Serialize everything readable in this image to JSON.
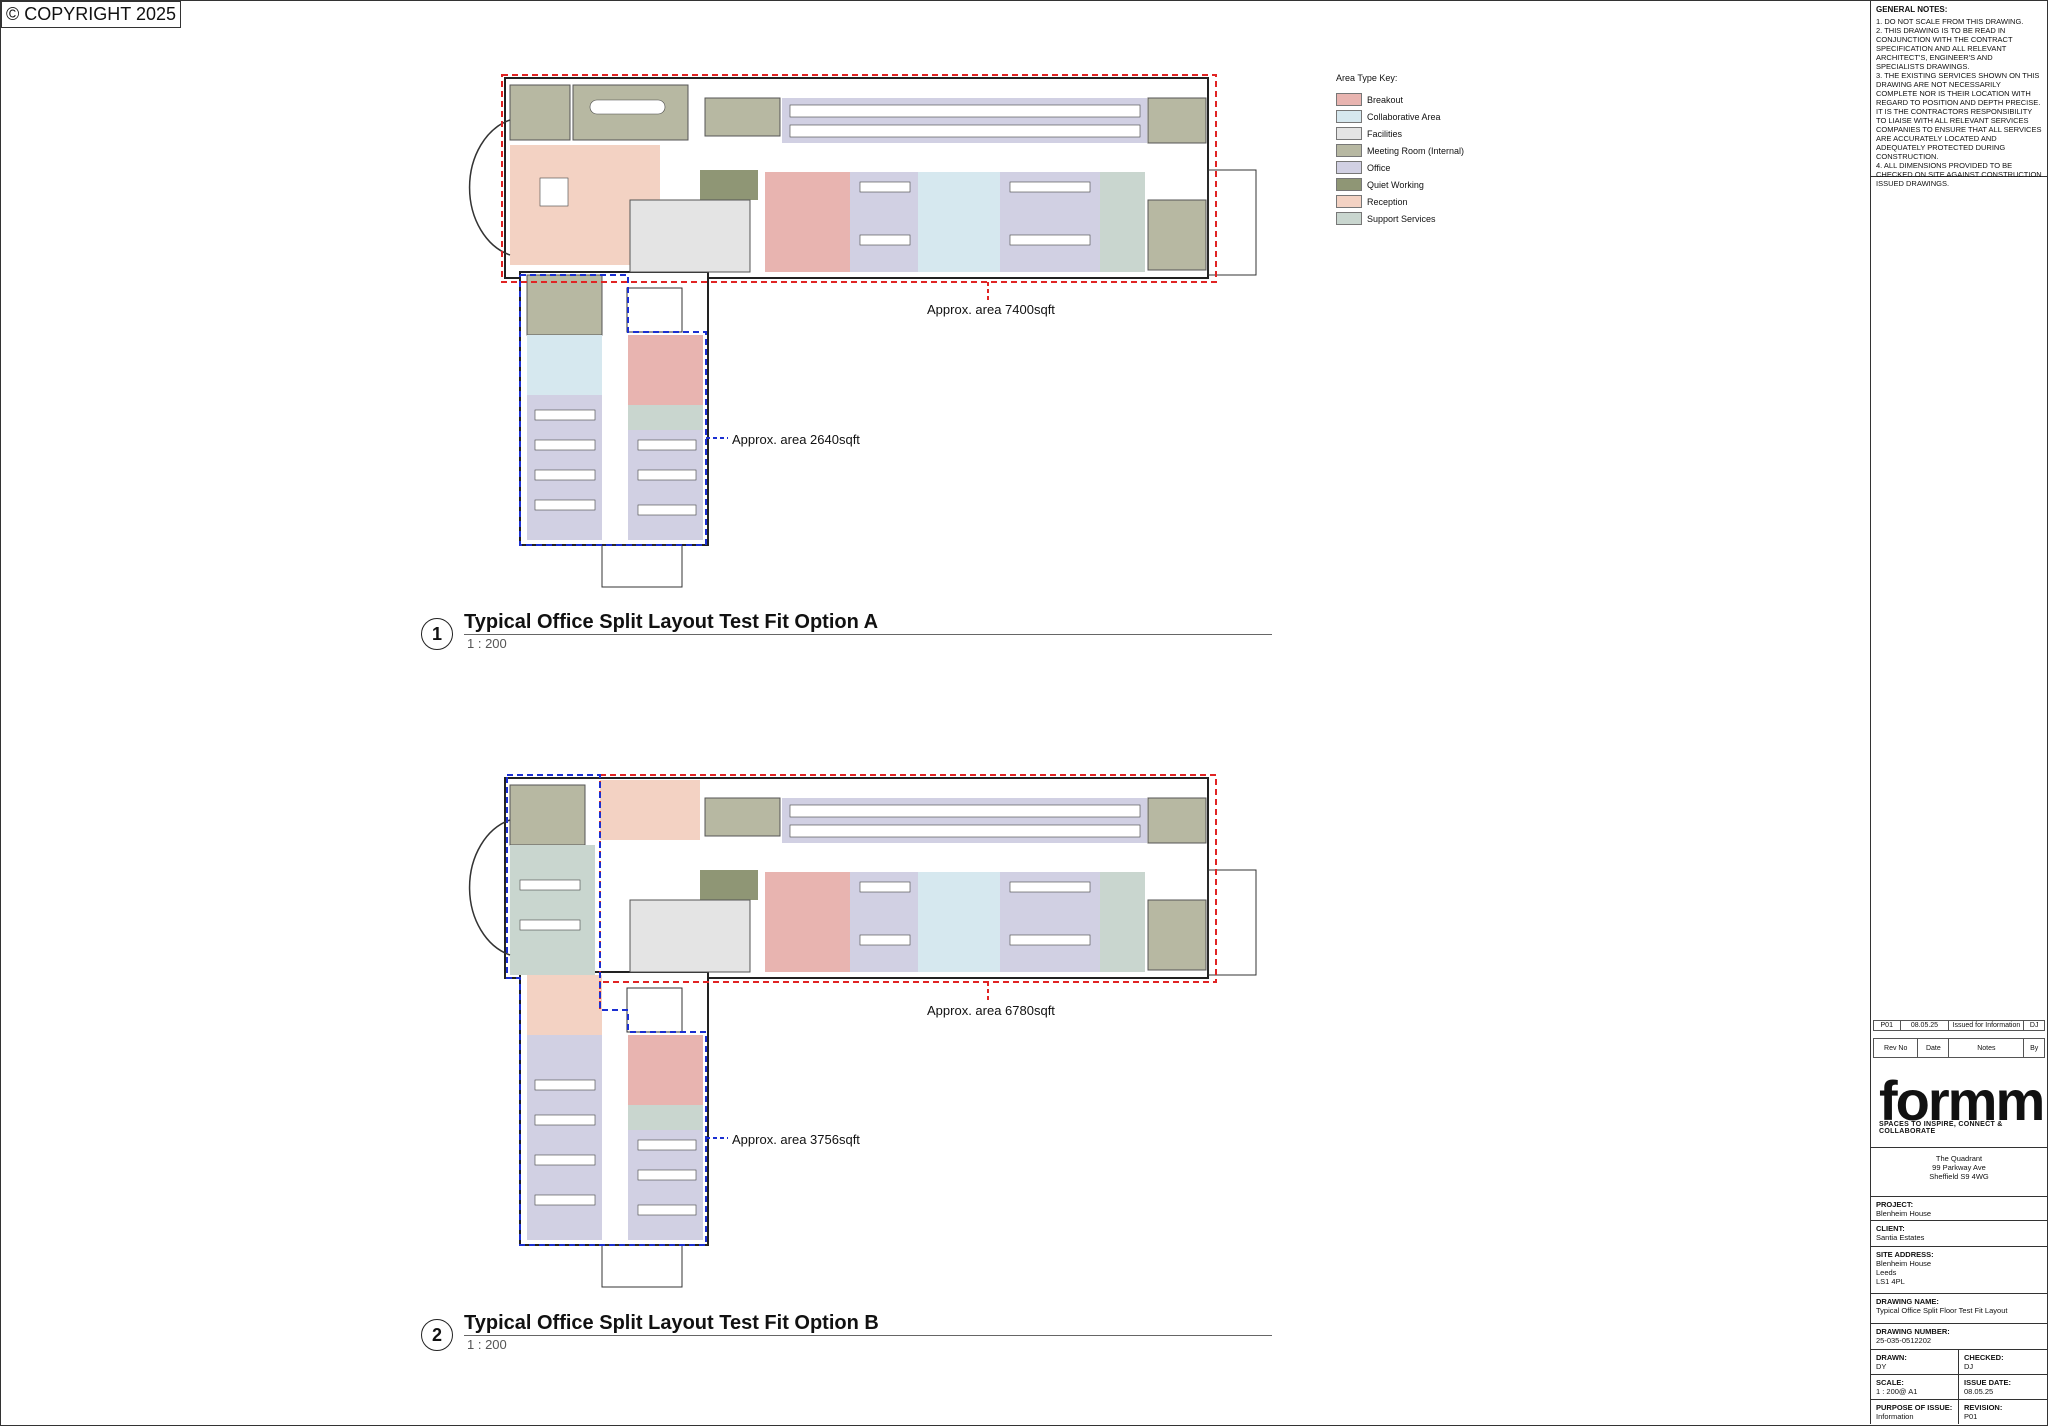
{
  "copyright": "© COPYRIGHT 2025",
  "legend": {
    "title": "Area Type Key:",
    "items": [
      {
        "label": "Breakout",
        "color": "#e8b4b0"
      },
      {
        "label": "Collaborative Area",
        "color": "#d6e8ef"
      },
      {
        "label": "Facilities",
        "color": "#e4e4e4"
      },
      {
        "label": "Meeting Room (Internal)",
        "color": "#b7b8a2"
      },
      {
        "label": "Office",
        "color": "#d1d0e3"
      },
      {
        "label": "Quiet Working",
        "color": "#8f9675"
      },
      {
        "label": "Reception",
        "color": "#f3d2c3"
      },
      {
        "label": "Support Services",
        "color": "#c9d6cf"
      }
    ]
  },
  "views": [
    {
      "number": "1",
      "title": "Typical Office Split Layout Test Fit Option A",
      "scale": "1 : 200",
      "area_a": "Approx. area 7400sqft",
      "area_b": "Approx. area 2640sqft"
    },
    {
      "number": "2",
      "title": "Typical Office Split Layout Test Fit Option B",
      "scale": "1 : 200",
      "area_a": "Approx. area 6780sqft",
      "area_b": "Approx. area 3756sqft"
    }
  ],
  "title_block": {
    "notes_title": "GENERAL NOTES:",
    "notes": [
      "1. DO NOT SCALE FROM THIS DRAWING.",
      "2. THIS DRAWING IS TO BE READ IN CONJUNCTION WITH THE CONTRACT SPECIFICATION AND ALL RELEVANT ARCHITECT'S, ENGINEER'S AND SPECIALISTS DRAWINGS.",
      "3. THE EXISTING SERVICES SHOWN ON THIS DRAWING ARE NOT NECESSARILY COMPLETE NOR IS THEIR LOCATION WITH REGARD TO POSITION AND DEPTH PRECISE. IT IS THE CONTRACTORS RESPONSIBILITY TO LIAISE WITH ALL RELEVANT SERVICES COMPANIES TO ENSURE THAT ALL SERVICES ARE ACCURATELY LOCATED AND ADEQUATELY PROTECTED DURING CONSTRUCTION.",
      "4. ALL DIMENSIONS PROVIDED TO BE CHECKED ON SITE AGAINST CONSTRUCTION ISSUED DRAWINGS."
    ],
    "revision_row": {
      "rev": "P01",
      "date": "08.05.25",
      "notes": "Issued for Information",
      "by": "DJ"
    },
    "revision_header": {
      "rev": "Rev No",
      "date": "Date",
      "notes": "Notes",
      "by": "By"
    },
    "logo": "formm",
    "tagline": "SPACES TO INSPIRE, CONNECT & COLLABORATE",
    "address": [
      "The Quadrant",
      "99 Parkway Ave",
      "Sheffield S9 4WG"
    ],
    "project_label": "PROJECT:",
    "project": "Blenheim House",
    "client_label": "CLIENT:",
    "client": "Santia Estates",
    "site_label": "SITE ADDRESS:",
    "site": [
      "Blenheim House",
      "Leeds",
      "LS1 4PL"
    ],
    "drawing_name_label": "DRAWING NAME:",
    "drawing_name": "Typical Office Split Floor Test Fit Layout",
    "drawing_number_label": "DRAWING NUMBER:",
    "drawing_number": "25-035-0512202",
    "drawn_label": "DRAWN:",
    "drawn": "DY",
    "checked_label": "CHECKED:",
    "checked": "DJ",
    "scale_label": "SCALE:",
    "scale": "1 : 200@ A1",
    "issue_label": "ISSUE DATE:",
    "issue": "08.05.25",
    "purpose_label": "PURPOSE OF ISSUE:",
    "purpose": "Information",
    "revision_label": "REVISION:",
    "revision": "P01"
  }
}
